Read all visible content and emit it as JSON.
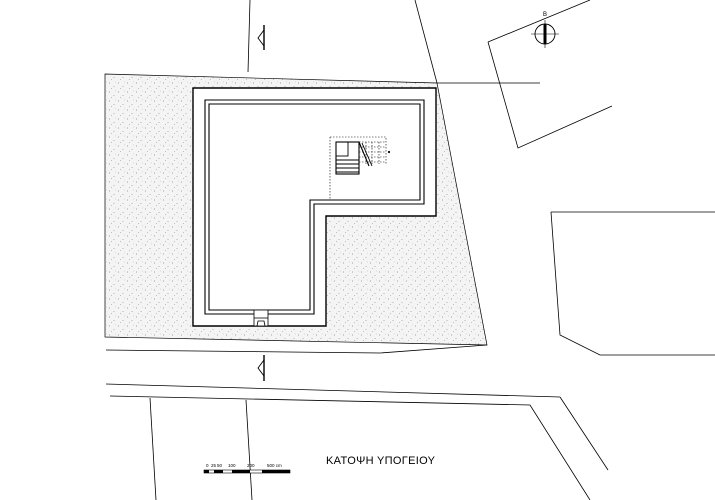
{
  "drawing": {
    "title": "ΚΑΤΟΨΗ ΥΠΟΓΕΙΟΥ",
    "north_label": "B",
    "scale_ticks": [
      "0",
      "25",
      "50",
      "100",
      "200",
      "500 cm"
    ]
  },
  "colors": {
    "line": "#000000",
    "hatch_fill": "#f3f3f3",
    "hatch_dot": "#9a9a9a"
  }
}
